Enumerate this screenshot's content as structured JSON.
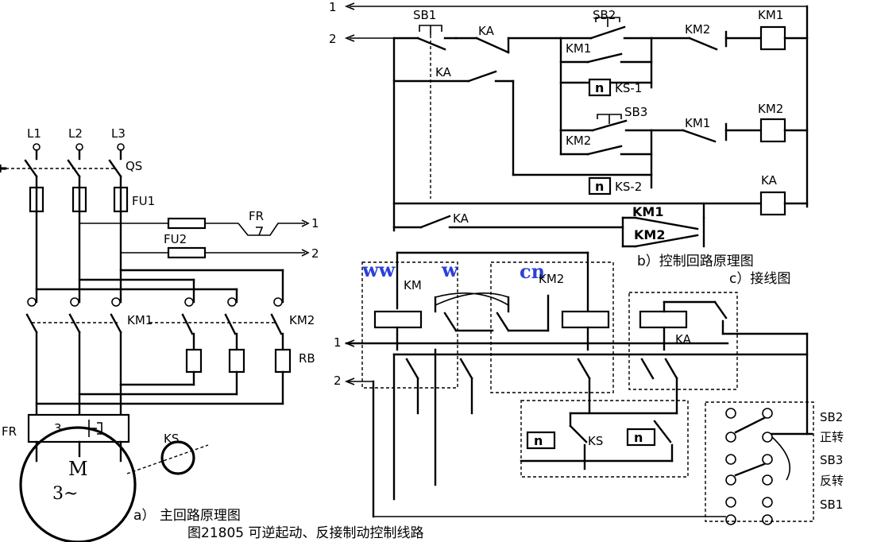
{
  "title": "图21805  可逆起动、反接制动控制线路",
  "captions": {
    "a": "a） 主回路原理图",
    "b": "b）控制回路原理图",
    "c": "c）接线图"
  },
  "watermark": {
    "left": "ww",
    "w": "w",
    "cn": "cn"
  },
  "main_circuit": {
    "phases": [
      "L1",
      "L2",
      "L3"
    ],
    "switch": "QS",
    "fuse1": "FU1",
    "fuse2": "FU2",
    "thermal_relay": "FR",
    "contactor_fwd": "KM1",
    "contactor_rev": "KM2",
    "resistor": "RB",
    "fr_block": "3",
    "speed_relay": "KS",
    "motor": "M",
    "motor_type": "3~",
    "out1": "1",
    "out2": "2"
  },
  "control_circuit": {
    "line1": "1",
    "line2": "2",
    "sb1": "SB1",
    "sb2": "SB2",
    "sb3": "SB3",
    "ka": "KA",
    "km1": "KM1",
    "km2": "KM2",
    "ks1": "KS-1",
    "ks2": "KS-2",
    "n": "n"
  },
  "wiring": {
    "km": "KM",
    "km2": "KM2",
    "ka": "KA",
    "ks": "KS",
    "n": "n",
    "sb2": "SB2",
    "sb2_desc": "正转",
    "sb3": "SB3",
    "sb3_desc": "反转",
    "sb1": "SB1",
    "line1": "1",
    "line2": "2"
  }
}
